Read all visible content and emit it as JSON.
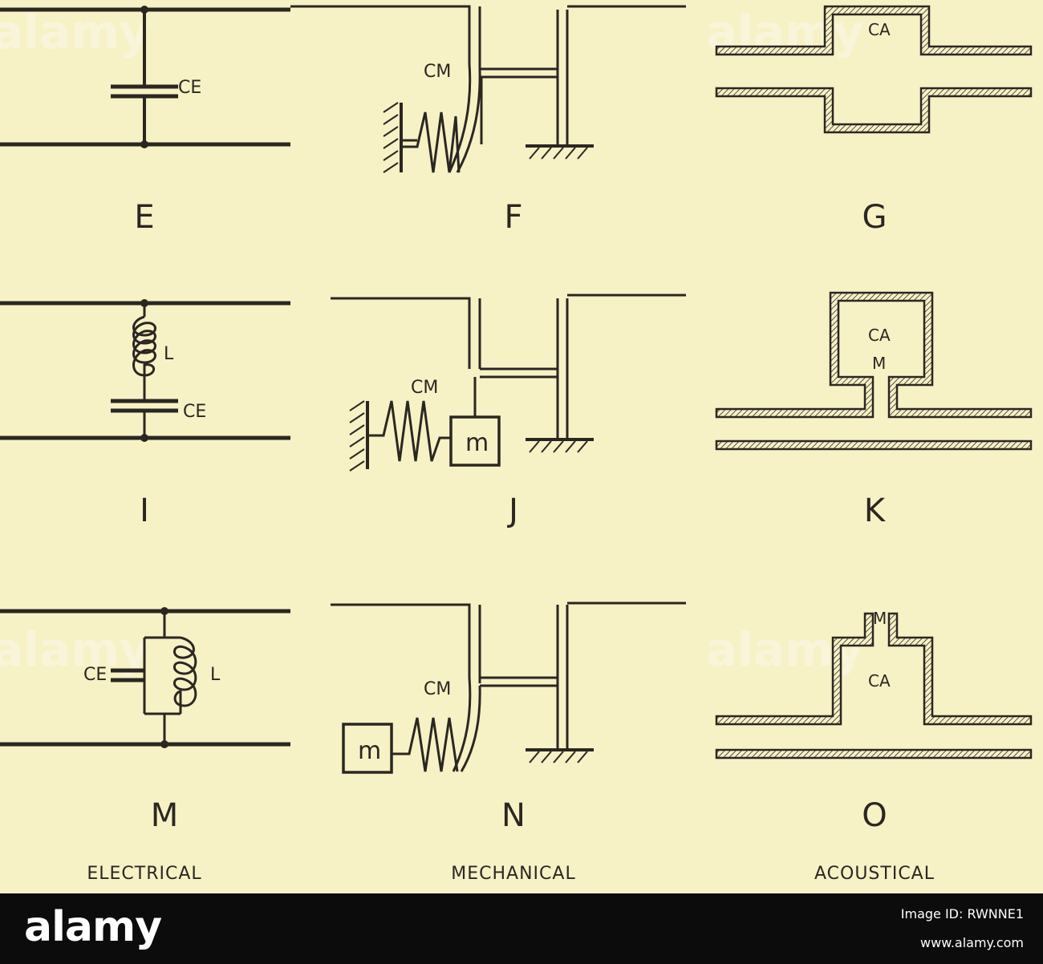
{
  "panels": {
    "E": "E",
    "F": "F",
    "G": "G",
    "I": "I",
    "J": "J",
    "K": "K",
    "M": "M",
    "N": "N",
    "O": "O"
  },
  "symbols": {
    "ce": "CE",
    "cm": "CM",
    "ca": "CA",
    "l": "L",
    "m": "m",
    "mm": "M"
  },
  "columns": {
    "electrical": "ELECTRICAL",
    "mechanical": "MECHANICAL",
    "acoustical": "ACOUSTICAL"
  },
  "watermark": {
    "brand": "alamy",
    "image_id": "Image ID: RWNNE1",
    "url": "www.alamy.com"
  },
  "colors": {
    "paper": "#f7f1c6",
    "ink": "#2a2722",
    "bar": "#0c0c0c"
  }
}
